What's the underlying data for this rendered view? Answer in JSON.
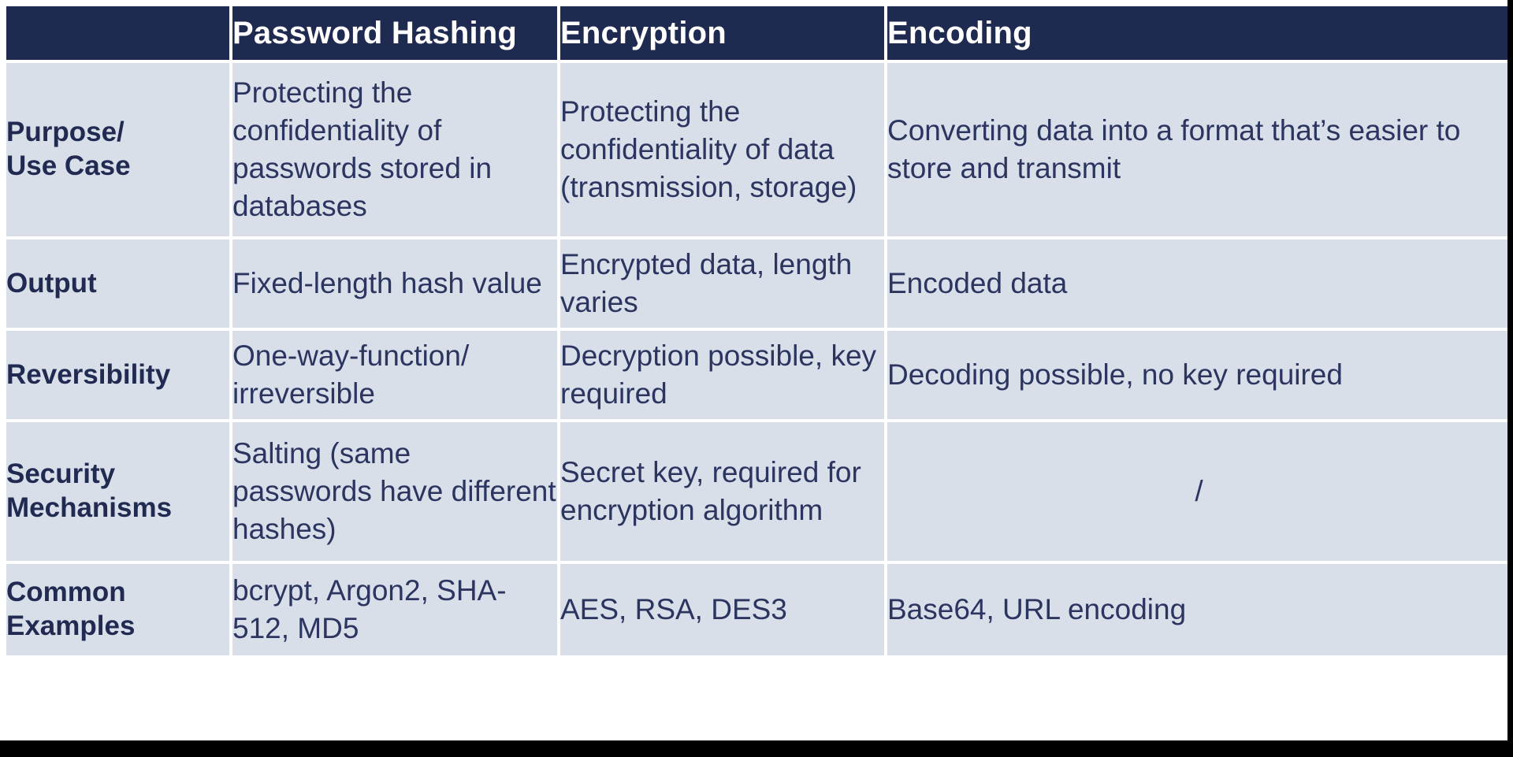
{
  "table": {
    "title": "Password Hashing vs Encryption vs Encoding comparison table",
    "colors": {
      "header_background": "#1e2a4f",
      "header_text": "#ffffff",
      "cell_background": "#d8dfe9",
      "cell_text": "#2b3560",
      "label_text": "#212b52",
      "gridline": "#ffffff",
      "edge_bar": "#000000"
    },
    "headers": {
      "corner": "",
      "col1": "Password Hashing",
      "col2": "Encryption",
      "col3": "Encoding"
    },
    "rows": [
      {
        "label": "Purpose/\nUse Case",
        "hashing": "Protecting the confidentiality of passwords stored in databases",
        "encryption": "Protecting the confidentiality of data (transmission, storage)",
        "encoding": "Converting data into a format that’s easier to store and transmit"
      },
      {
        "label": "Output",
        "hashing": "Fixed-length hash value",
        "encryption": "Encrypted data, length varies",
        "encoding": "Encoded data"
      },
      {
        "label": "Reversibility",
        "hashing": "One-way-function/ irreversible",
        "encryption": "Decryption possible, key required",
        "encoding": "Decoding possible, no key required"
      },
      {
        "label": "Security\nMechanisms",
        "hashing": "Salting (same passwords have different hashes)",
        "encryption": "Secret key, required for encryption algorithm",
        "encoding": "/"
      },
      {
        "label": "Common\nExamples",
        "hashing": "bcrypt, Argon2, SHA-512, MD5",
        "encryption": "AES, RSA, DES3",
        "encoding": "Base64, URL encoding"
      }
    ]
  }
}
